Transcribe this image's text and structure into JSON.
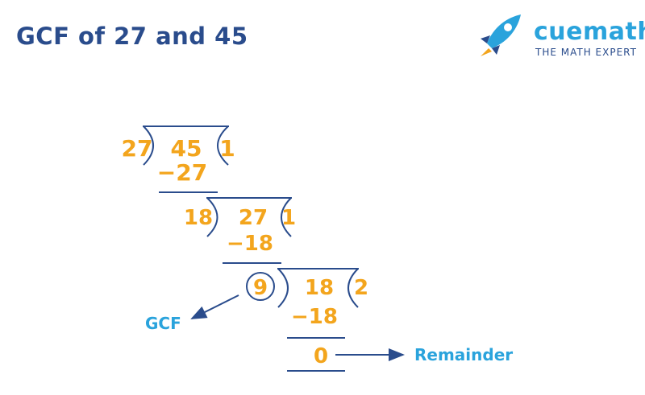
{
  "title": "GCF of 27 and 45",
  "brand": {
    "name": "cuemath",
    "tagline": "THE MATH EXPERT",
    "icon": "rocket-icon"
  },
  "colors": {
    "title": "#2a4c8c",
    "numbers": "#f3a51d",
    "labels": "#2aa3dc",
    "lines": "#2a4c8c"
  },
  "steps": [
    {
      "divisor": "27",
      "dividend": "45",
      "quotient": "1",
      "subtract": "−27"
    },
    {
      "divisor": "18",
      "dividend": "27",
      "quotient": "1",
      "subtract": "−18"
    },
    {
      "divisor": "9",
      "dividend": "18",
      "quotient": "2",
      "subtract": "−18"
    }
  ],
  "final_remainder": "0",
  "labels": {
    "gcf": "GCF",
    "remainder": "Remainder"
  }
}
